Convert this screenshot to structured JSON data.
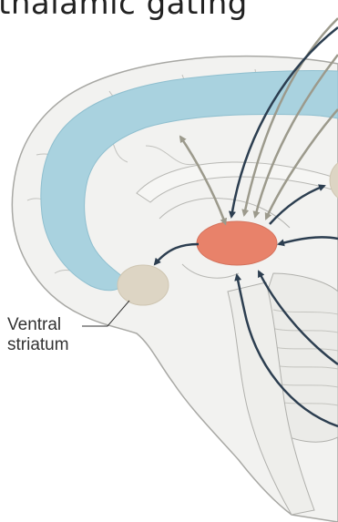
{
  "title": "thalamic gating",
  "labels": {
    "ventral_striatum_line1": "Ventral",
    "ventral_striatum_line2": "striatum"
  },
  "colors": {
    "cingulate": "#a9d2df",
    "thalamus": "#e8826a",
    "striatum": "#ddd5c4",
    "dark_arrow": "#2c3e50",
    "gray_arrow": "#9c9a8c",
    "brain_fill": "#f2f2f0",
    "brain_outline": "#a8a8a4"
  }
}
